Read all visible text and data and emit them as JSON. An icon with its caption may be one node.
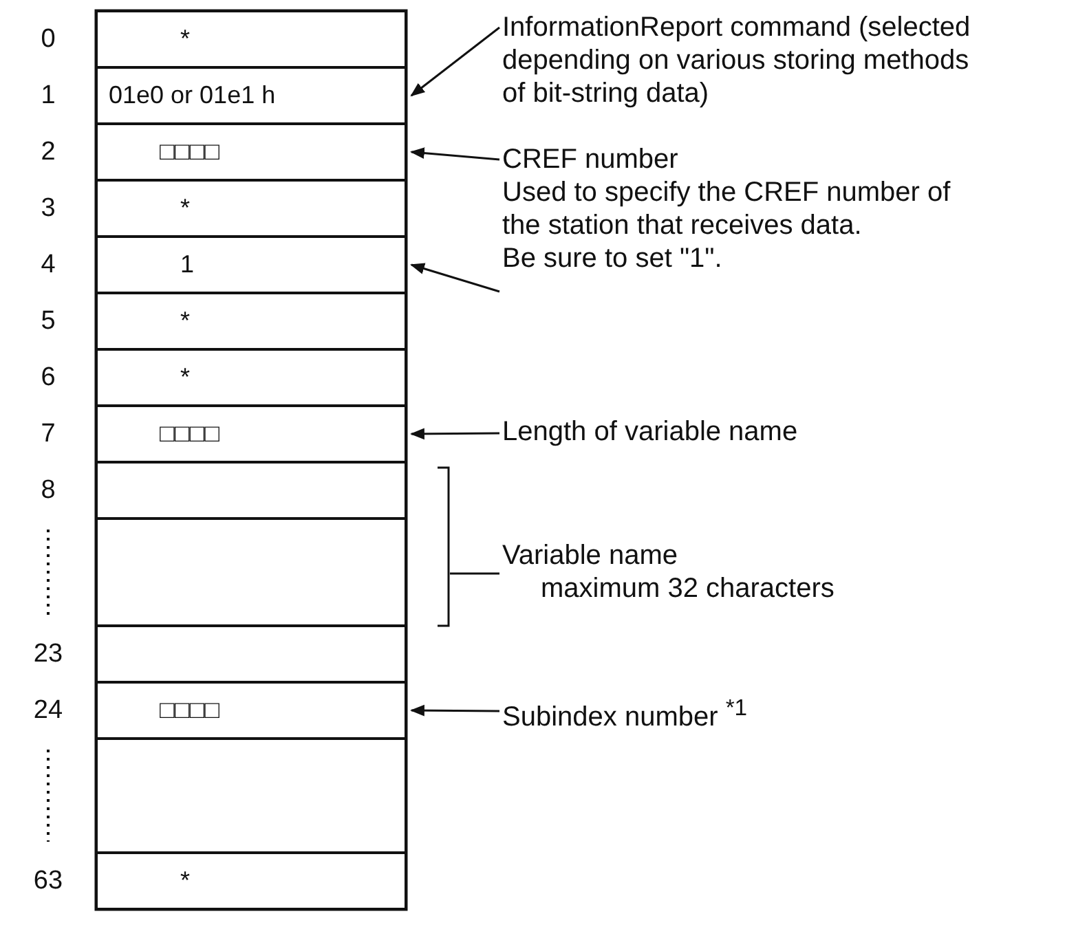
{
  "diagram": {
    "nodes": [
      {
        "text": [
          "*"
        ]
      },
      {
        "text": [
          "01e0 or 01e1 h"
        ]
      },
      {
        "text": [
          "□□□□"
        ]
      },
      {
        "text": [
          "*"
        ]
      },
      {
        "text": [
          "1"
        ]
      },
      {
        "text": [
          "*"
        ]
      },
      {
        "text": [
          "*"
        ]
      },
      {
        "text": [
          "□□□□"
        ]
      },
      {
        "text": [],
        "shape": "box"
      },
      {
        "text": [],
        "shape": "box"
      },
      {
        "text": [],
        "shape": "box"
      },
      {
        "text": [
          "□□□□"
        ]
      },
      {
        "text": [],
        "shape": "box"
      },
      {
        "text": [
          "*"
        ]
      },
      {
        "text": [
          "InformationReport command (selected depending on various storing methods of bit-string data)"
        ]
      },
      {
        "text": [
          "CREF number"
        ]
      },
      {
        "text": [
          "Used to specify the CREF number of the station that receives data.",
          "Be sure to set \"1\"."
        ]
      },
      {
        "text": [
          "Length of variable name"
        ]
      },
      {
        "text": [
          "Variable name",
          "maximum 32 characters"
        ]
      },
      {
        "text": [
          "Subindex number $^{*1}$"
        ]
      }
    ],
    "edges": [
      {
        "from": 14,
        "to": 1,
        "arrow": "to"
      },
      {
        "from": 15,
        "to": 2,
        "arrow": "to"
      },
      {
        "from": 16,
        "to": 4,
        "arrow": "to"
      },
      {
        "from": 17,
        "to": 7,
        "arrow": "to"
      },
      {
        "from": 18,
        "to": null,
        "arrow": "none"
      },
      {
        "from": 19,
        "to": 11,
        "arrow": "to"
      }
    ],
    "labels": [
      "0",
      "1",
      "2",
      "3",
      "4",
      "5",
      "6",
      "7",
      "8",
      "23",
      "24",
      "63"
    ]
  }
}
